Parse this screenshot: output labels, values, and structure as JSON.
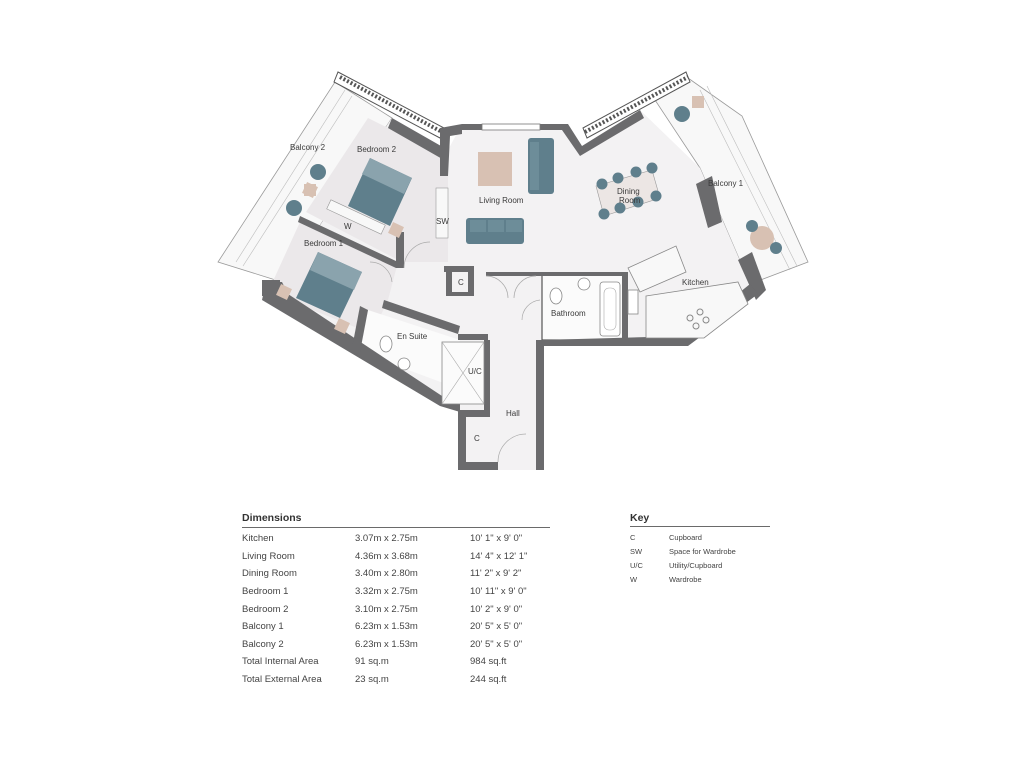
{
  "rooms": {
    "balcony_2": "Balcony 2",
    "bedroom_2": "Bedroom 2",
    "sw": "SW",
    "w": "W",
    "bedroom_1": "Bedroom 1",
    "living_room": "Living Room",
    "dining_room_line1": "Dining",
    "dining_room_line2": "Room",
    "balcony_1": "Balcony 1",
    "kitchen": "Kitchen",
    "c_cupboard_1": "C",
    "bathroom": "Bathroom",
    "en_suite": "En Suite",
    "uc": "U/C",
    "hall": "Hall",
    "c_cupboard_2": "C"
  },
  "dimensions": {
    "title": "Dimensions",
    "rows": [
      {
        "room": "Kitchen",
        "metric": "3.07m x 2.75m",
        "imperial": "10' 1\" x 9' 0\""
      },
      {
        "room": "Living Room",
        "metric": "4.36m x 3.68m",
        "imperial": "14' 4\" x 12' 1\""
      },
      {
        "room": "Dining Room",
        "metric": "3.40m x 2.80m",
        "imperial": "11' 2\" x 9' 2\""
      },
      {
        "room": "Bedroom 1",
        "metric": "3.32m x 2.75m",
        "imperial": "10' 11\" x 9' 0\""
      },
      {
        "room": "Bedroom 2",
        "metric": "3.10m x 2.75m",
        "imperial": "10' 2\" x 9' 0\""
      },
      {
        "room": "Balcony 1",
        "metric": "6.23m x 1.53m",
        "imperial": "20' 5\" x 5' 0\""
      },
      {
        "room": "Balcony 2",
        "metric": "6.23m x 1.53m",
        "imperial": "20' 5\" x 5' 0\""
      },
      {
        "room": "Total Internal Area",
        "metric": "91 sq.m",
        "imperial": "984 sq.ft"
      },
      {
        "room": "Total External Area",
        "metric": "23 sq.m",
        "imperial": "244 sq.ft"
      }
    ]
  },
  "key": {
    "title": "Key",
    "rows": [
      {
        "code": "C",
        "meaning": "Cupboard"
      },
      {
        "code": "SW",
        "meaning": "Space for Wardrobe"
      },
      {
        "code": "U/C",
        "meaning": "Utility/Cupboard"
      },
      {
        "code": "W",
        "meaning": "Wardrobe"
      }
    ]
  },
  "colors": {
    "wall": "#6b6b6d",
    "floor": "#f3f2f3",
    "bedroom_floor": "#e9e6e8",
    "furniture_blue": "#5f7f8c",
    "rug": "#d8c1b3",
    "balcony": "#f7f7f7"
  }
}
